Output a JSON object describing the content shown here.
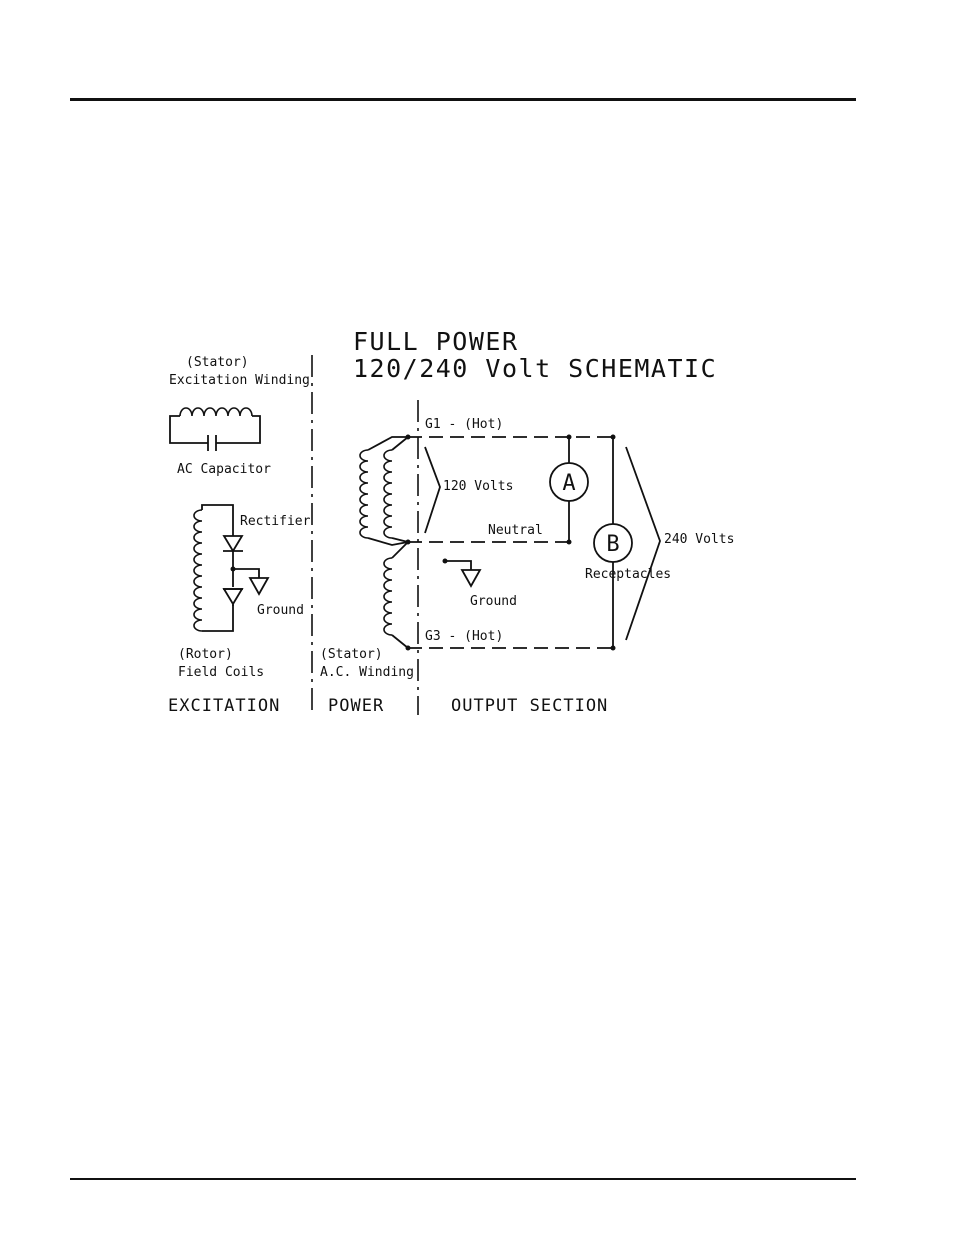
{
  "title": {
    "line1": "FULL POWER",
    "line2": "120/240 Volt SCHEMATIC"
  },
  "excitation": {
    "stator_label": "(Stator)",
    "winding_label": "Excitation Winding",
    "capacitor_label": "AC Capacitor",
    "rectifier_label": "Rectifier",
    "ground_label": "Ground",
    "rotor_label": "(Rotor)",
    "field_coils_label": "Field Coils"
  },
  "power": {
    "stator_label": "(Stator)",
    "winding_label": "A.C. Winding"
  },
  "output": {
    "g1_label": "G1 - (Hot)",
    "g3_label": "G3 - (Hot)",
    "neutral_label": "Neutral",
    "volts_120_label": "120 Volts",
    "volts_240_label": "240 Volts",
    "ground_label": "Ground",
    "receptacles_label": "Receptacles",
    "meter_a": "A",
    "meter_b": "B"
  },
  "sections": {
    "excitation": "EXCITATION",
    "power": "POWER",
    "output": "OUTPUT SECTION"
  }
}
